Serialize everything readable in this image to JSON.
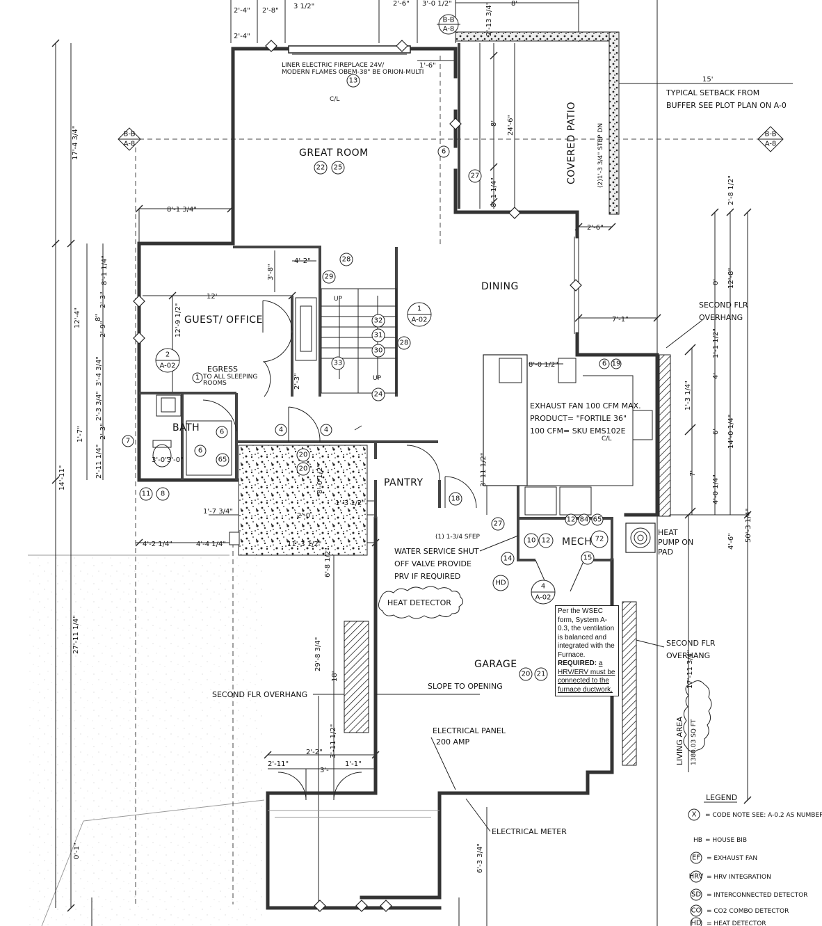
{
  "rooms": {
    "great_room": "GREAT ROOM",
    "covered_patio": "COVERED PATIO",
    "dining": "DINING",
    "guest_office": "GUEST/ OFFICE",
    "bath": "BATH",
    "pantry": "PANTRY",
    "mech": "MECH",
    "garage": "GARAGE"
  },
  "notes": {
    "fireplace_1": "LINER ELECTRIC FIREPLACE 24V/",
    "fireplace_2": "MODERN FLAMES OBEM-38\" BE ORION-MULTI",
    "cl_great": "C/L",
    "setback_1": "TYPICAL SETBACK FROM",
    "setback_2": "BUFFER SEE PLOT PLAN ON A-0",
    "second_flr_1a": "SECOND FLR",
    "second_flr_1b": "OVERHANG",
    "second_flr_2a": "SECOND FLR",
    "second_flr_2b": "OVERHANG",
    "second_flr_3": "SECOND FLR OVERHANG",
    "egress_1": "EGRESS",
    "egress_2": "TO ALL SLEEPING",
    "egress_3": "ROOMS",
    "exhaust_1": "EXHAUST FAN 100 CFM MAX.",
    "exhaust_2": "PRODUCT= \"FORTILE 36\"",
    "exhaust_3": "100 CFM= SKU EMS102E",
    "cl_kitchen": "C/L",
    "water_1": "WATER SERVICE SHUT",
    "water_2": "OFF VALVE PROVIDE",
    "water_3": "PRV IF REQUIRED",
    "heat_detector": "HEAT DETECTOR",
    "hd": "HD",
    "heat_pump_1": "HEAT",
    "heat_pump_2": "PUMP ON",
    "heat_pump_3": "PAD",
    "slope": "SLOPE TO OPENING",
    "panel_1": "ELECTRICAL PANEL",
    "panel_2": "200 AMP",
    "meter": "ELECTRICAL  METER",
    "stair_up_1": "UP",
    "stair_up_2": "UP",
    "sfep": "(1) 1-3/4 SFEP",
    "patio_step": "(2)1'-3 3/4\" STEP DN",
    "living_area_1": "LIVING AREA",
    "living_area_2": "1380.03 SQ FT"
  },
  "wsec_note": {
    "text": "Per the WSEC form, System A-0.3, the ventilation is balanced and integrated with the Furnace.",
    "required_label": "REQUIRED:",
    "required_text": "a HRV/ERV must be connected to the furnace ductwork."
  },
  "section_marks": {
    "top": {
      "id": "B-B",
      "sheet": "A-8"
    },
    "left": {
      "id": "B-B",
      "sheet": "A-8"
    },
    "right": {
      "id": "B-B",
      "sheet": "A-8"
    }
  },
  "detail_marks": {
    "stair": {
      "num": "1",
      "sheet": "A-02"
    },
    "guest": {
      "num": "2",
      "sheet": "A-02"
    },
    "mech": {
      "num": "4",
      "sheet": "A-02"
    }
  },
  "code_notes": {
    "fireplace": "13",
    "gr_a": "22",
    "gr_b": "25",
    "gr_6": "6",
    "patio27": "27",
    "s28a": "28",
    "s29": "29",
    "s32": "32",
    "s31": "31",
    "s30": "30",
    "s28b": "28",
    "s33": "33",
    "s24": "24",
    "egress": "1",
    "b6": "6",
    "b6b": "6",
    "b65": "65",
    "b7": "7",
    "b11": "11",
    "b8": "8",
    "h4a": "4",
    "h4b": "4",
    "h20a": "20",
    "h20b": "20",
    "p18": "18",
    "p27": "27",
    "k6": "6",
    "k19": "19",
    "m12a": "12",
    "m84": "84",
    "m65": "65",
    "m10": "10",
    "m12b": "12",
    "m72": "72",
    "m14": "14",
    "m15": "15",
    "g20": "20",
    "g21": "21"
  },
  "dimensions": {
    "d_2_4_a": "2'-4\"",
    "d_2_8": "2'-8\"",
    "d_3_12": "3 1/2\"",
    "d_2_4_b": "2'-4\"",
    "d_2_6_top": "2'-6\"",
    "d_3_0_12": "3'-0 1/2\"",
    "d_8_top": "8'",
    "d_2_13_34": "2'-13 3/4\"",
    "d_1_6": "1'-6\"",
    "d_8_patio": "8'",
    "d_24_6": "24'-6\"",
    "d_8_1_14": "8'-1 1/4\"",
    "d_15": "15'",
    "d_17_4_34": "17'-4 3/4\"",
    "d_8_1_34": "8'-1 3/4\"",
    "d_2_6_patio": "2'-6\"",
    "d_2_8_12": "2'-8 1/2\"",
    "d_4_2": "4'-2\"",
    "d_3_8": "3'-8\"",
    "d_12": "12'",
    "d_12_9_12": "12'-9 1/2\"",
    "d_12_4": "12'-4\"",
    "d_8_1_14_l": "8'-1 1/4\"",
    "d_2_3_a": "2'-3\"",
    "d_2_9": "2'-9\"",
    "d_3_4_34": "3'-4 3/4\"",
    "d_2_3_34": "2'-3 3/4\"",
    "d_2_3_b": "2'-3\"",
    "d_1_7": "1'-7\"",
    "d_2_11_14": "2'-11 1/4\"",
    "d_14_11": "14'-11\"",
    "d_8_in": "8\"",
    "d_2_3_door": "2'-3\"",
    "d_3_0": "3'-0\"",
    "d_3_0b": "3'-0\"",
    "d_0": "0'",
    "d_12_8": "12'-8\"",
    "d_7_1": "7'-1\"",
    "d_1_1_12": "1'-1 1/2\"",
    "d_4": "4'",
    "d_1_3_14": "1'-3 1/4\"",
    "d_6": "6'",
    "d_14_0_14": "14'-0 1/4\"",
    "d_7": "7'",
    "d_4_0_14": "4'-0 1/4\"",
    "d_50_3_14": "50'-3 1/4\"",
    "d_8_0_12": "8'-0 1/2\"",
    "d_3_11_12": "3'-11 1/2\"",
    "d_8_0_12_b": "8'-0 1/2\"",
    "d_1_3_12": "1'-3 1/2\"",
    "d_2_0": "2'-0",
    "d_1_7_34": "1'-7 3/4\"",
    "d_4_2_14": "4'-2 1/4\"",
    "d_4_4_14": "4'-4 1/4\"",
    "d_11_3_12": "11'-3 1/2\"",
    "d_4_6": "4'-6\"",
    "d_6_8_12": "6'-8 1/2\"",
    "d_29_8_34": "29'-8 3/4\"",
    "d_18": "18'",
    "d_27_11_14": "27'-11 1/4\"",
    "d_17_11_34": "17'-11 3/4\"",
    "d_2_2": "2'-2\"",
    "d_3_11_12_g": "3'-11 1/2\"",
    "d_2_11": "2'-11\"",
    "d_3": "3'-",
    "d_1_1": "1'-1\"",
    "d_0_1": "0'-1\"",
    "d_6_3_34": "6'-3 3/4\""
  },
  "legend": {
    "title": "LEGEND",
    "items": [
      {
        "symbol": "X",
        "text": "= CODE NOTE SEE: A-0.2 AS NUMBERED"
      },
      {
        "symbol": "HB",
        "text": "= HOUSE BIB"
      },
      {
        "symbol": "EF",
        "text": "= EXHAUST FAN"
      },
      {
        "symbol": "HRV",
        "text": "= HRV INTEGRATION"
      },
      {
        "symbol": "SD",
        "text": "= INTERCONNECTED DETECTOR"
      },
      {
        "symbol": "CO",
        "text": "= CO2 COMBO DETECTOR"
      },
      {
        "symbol": "HD",
        "text": "= HEAT DETECTOR"
      }
    ]
  }
}
